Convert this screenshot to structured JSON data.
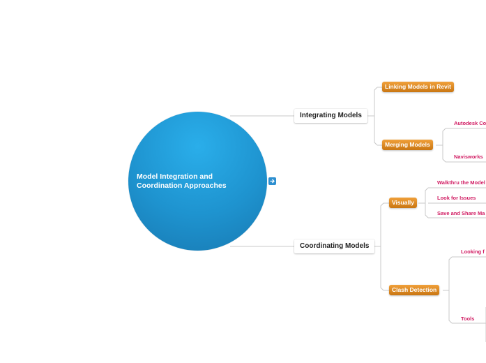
{
  "root": {
    "title": "Model Integration and Coordination Approaches"
  },
  "icons": {
    "expand": "arrow-right-icon"
  },
  "colors": {
    "root": "#1e93cf",
    "subtopic": "#e08a1e",
    "leaf": "#d11d63"
  },
  "branches": [
    {
      "label": "Integrating Models",
      "children": [
        {
          "label": "Linking Models in Revit",
          "children": []
        },
        {
          "label": "Merging Models",
          "children": [
            {
              "label": "Autodesk Co"
            },
            {
              "label": "Navisworks"
            }
          ]
        }
      ]
    },
    {
      "label": "Coordinating Models",
      "children": [
        {
          "label": "Visually",
          "children": [
            {
              "label": "Walkthru the Model"
            },
            {
              "label": "Look for Issues"
            },
            {
              "label": "Save and Share Ma"
            }
          ]
        },
        {
          "label": "Clash Detection",
          "children": [
            {
              "label": "Looking f"
            },
            {
              "label": "Tools"
            }
          ]
        }
      ]
    }
  ]
}
